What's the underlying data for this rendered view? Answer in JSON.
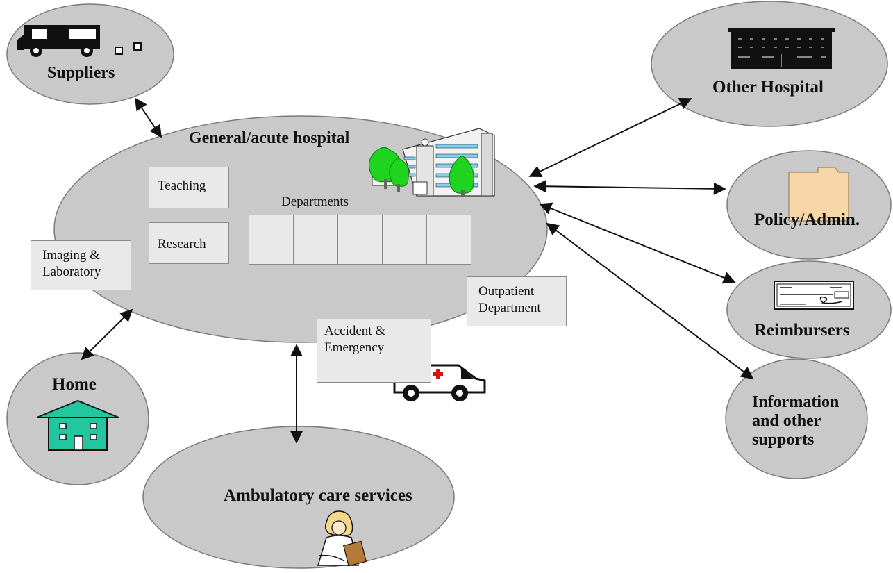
{
  "colors": {
    "ellipse_fill": "#c9c9c9",
    "ellipse_stroke": "#7a7a7a",
    "box_fill": "#e9e9e9",
    "house_fill": "#22c7a0",
    "folder_fill": "#f7d7a8",
    "tree_fill": "#1fd31f",
    "cross_red": "#e01010"
  },
  "hub": {
    "title": "General/acute hospital",
    "icon": "hospital-building-icon",
    "teaching": "Teaching",
    "research": "Research",
    "departments_label": "Departments",
    "department_cells": 5,
    "imaging_line1": "Imaging &",
    "imaging_line2": "Laboratory",
    "outpatient_line1": "Outpatient",
    "outpatient_line2": "Department",
    "accident_line1": "Accident &",
    "accident_line2": "Emergency"
  },
  "nodes": {
    "suppliers": {
      "label": "Suppliers",
      "icon": "delivery-truck-icon"
    },
    "other_hospital": {
      "label": "Other Hospital",
      "icon": "building-icon"
    },
    "policy": {
      "label": "Policy/Admin.",
      "icon": "folder-icon"
    },
    "reimbursers": {
      "label": "Reimbursers",
      "icon": "cheque-icon"
    },
    "information_line1": "Information",
    "information_line2": "and other",
    "information_line3": "supports",
    "home": {
      "label": "Home",
      "icon": "house-icon"
    },
    "ambulatory": {
      "label": "Ambulatory care services",
      "icon": "nurse-icon"
    },
    "ambulance_icon": "ambulance-icon"
  }
}
